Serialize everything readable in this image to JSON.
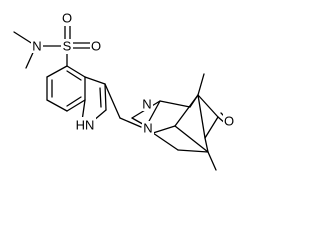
{
  "molecule": {
    "atoms": {
      "sulfonamide_n": "N",
      "sulfur": "S",
      "oxygen_top": "O",
      "oxygen_bottom": "O",
      "indole_nh": "HN",
      "ring_n_upper": "N",
      "ring_n_lower": "N",
      "ketone_o": "O"
    }
  }
}
